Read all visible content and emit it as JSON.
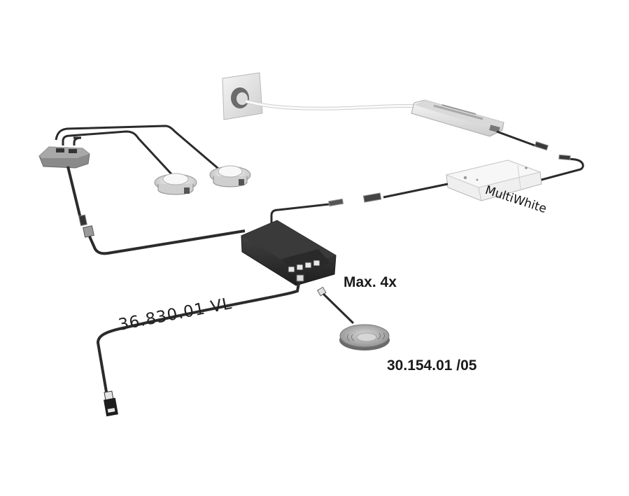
{
  "diagram": {
    "type": "wiring-diagram",
    "components": [
      {
        "id": "wall-socket",
        "description": "Wall power socket with plug"
      },
      {
        "id": "led-driver",
        "description": "White LED power supply / driver"
      },
      {
        "id": "multiwhite-controller",
        "description": "MultiWhite controller box",
        "label": "MultiWhite"
      },
      {
        "id": "distributor",
        "description": "Grey 2-way distributor block"
      },
      {
        "id": "downlight-1",
        "description": "Round recessed LED downlight"
      },
      {
        "id": "downlight-2",
        "description": "Round recessed LED downlight"
      },
      {
        "id": "switch-box",
        "description": "Black switch/receiver box with 4 sensor ports"
      },
      {
        "id": "sensor-switch",
        "description": "Round touch sensor switch",
        "label": "30.154.01 /05"
      },
      {
        "id": "extension-cable",
        "description": "Extension cable with connector",
        "label": "36.830.01  VL"
      }
    ],
    "labels": {
      "extension_cable": "36.830.01  VL",
      "max_ports": "Max. 4x",
      "sensor": "30.154.01 /05",
      "controller": "MultiWhite"
    },
    "colors": {
      "background": "#ffffff",
      "cable_dark": "#2b2b2b",
      "cable_white": "#f2f2f2",
      "box_dark": "#303030",
      "device_light": "#e6e6e6",
      "text": "#1a1a1a"
    }
  }
}
